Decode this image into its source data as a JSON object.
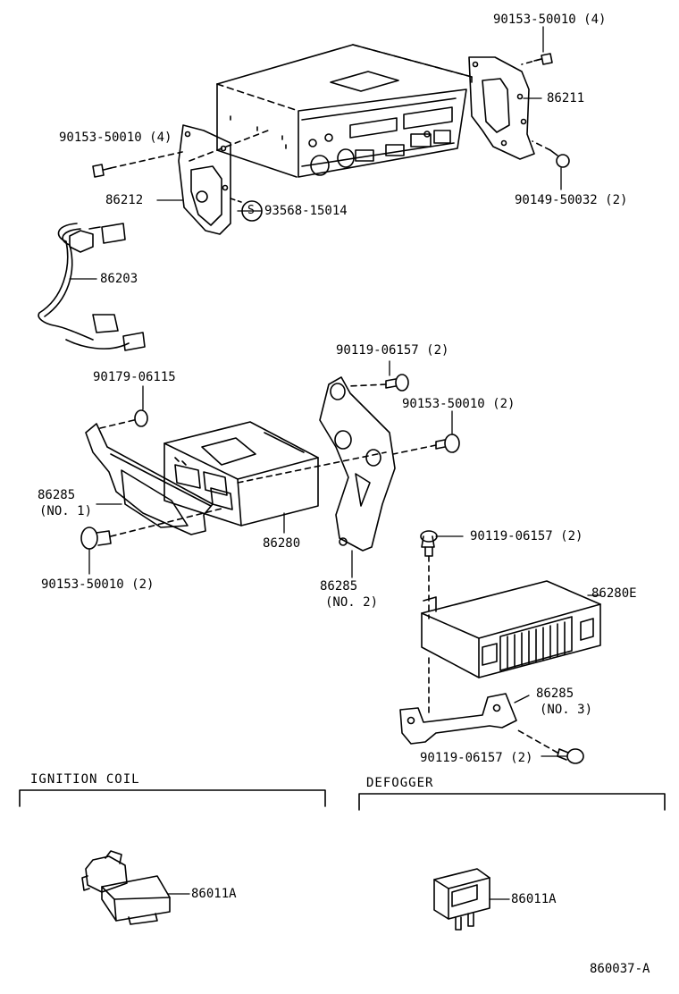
{
  "labels": {
    "p_90153_top_right": "90153-50010 (4)",
    "p_86211": "86211",
    "p_90153_top_left": "90153-50010 (4)",
    "p_86212": "86212",
    "s_mark": "S",
    "p_93568": "93568-15014",
    "p_90149": "90149-50032 (2)",
    "p_86203": "86203",
    "p_90119_a": "90119-06157 (2)",
    "p_90179": "90179-06115",
    "p_90153_mid": "90153-50010 (2)",
    "p_86285_no1_a": "86285",
    "p_86285_no1_b": "(NO. 1)",
    "p_86280": "86280",
    "p_90153_low": "90153-50010 (2)",
    "p_90119_b": "90119-06157 (2)",
    "p_86285_no2_a": "86285",
    "p_86285_no2_b": "(NO. 2)",
    "p_86280E": "86280E",
    "p_86285_no3_a": "86285",
    "p_86285_no3_b": "(NO. 3)",
    "p_90119_c": "90119-06157 (2)",
    "p_86011A_left": "86011A",
    "p_86011A_right": "86011A",
    "figure_code": "860037-A"
  },
  "sections": {
    "ignition": "IGNITION COIL",
    "defogger": "DEFOGGER"
  }
}
